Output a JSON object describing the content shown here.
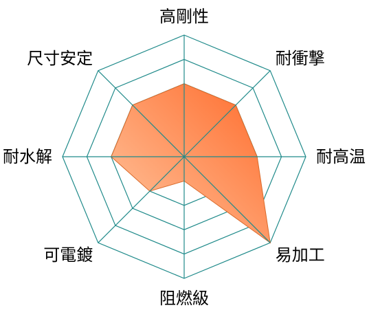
{
  "chart_data": {
    "type": "radar",
    "title": "",
    "axes": [
      "高剛性",
      "耐衝撃",
      "耐高温",
      "易加工",
      "阻燃級",
      "可電鍍",
      "耐水解",
      "尺寸安定"
    ],
    "range": [
      0,
      5
    ],
    "rings": 5,
    "series": [
      {
        "values": [
          3,
          3,
          3,
          5,
          1,
          2,
          3,
          3
        ]
      }
    ],
    "colors": {
      "grid": "#1f8a8a",
      "fill_light": "#ffc9a3",
      "fill_dark": "#ff6a2a",
      "edge": "#d96a2a"
    },
    "legend": "none"
  }
}
